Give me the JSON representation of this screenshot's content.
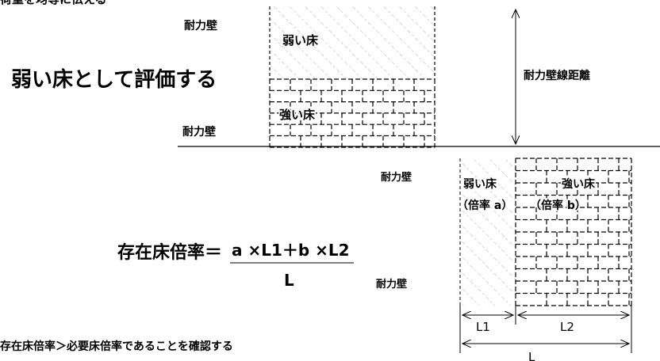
{
  "top_diagram": {
    "header_fragment": "荷重を均等に伝える",
    "wall_label_top": "耐力壁",
    "weak_floor_label": "弱い床",
    "evaluate_text": "弱い床として評価する",
    "strong_floor_label": "強い床",
    "wall_label_bottom": "耐力壁",
    "distance_label": "耐力壁線距離"
  },
  "bottom_diagram": {
    "wall_label_top": "耐力壁",
    "weak_floor_label": "弱い床",
    "weak_multiplier": "（倍率 a）",
    "strong_floor_label": "強い床",
    "strong_multiplier": "（倍率 b）",
    "formula_lhs": "存在床倍率＝",
    "formula_numerator": "a ×L1＋b ×L2",
    "formula_denominator": "L",
    "wall_label_bottom": "耐力壁",
    "dim_l1": "L1",
    "dim_l2": "L2",
    "dim_l": "L",
    "check_text": "存在床倍率＞必要床倍率であることを確認する"
  },
  "colors": {
    "ink": "#000000",
    "hatch": "#9a9a9a",
    "background": "#ffffff"
  }
}
